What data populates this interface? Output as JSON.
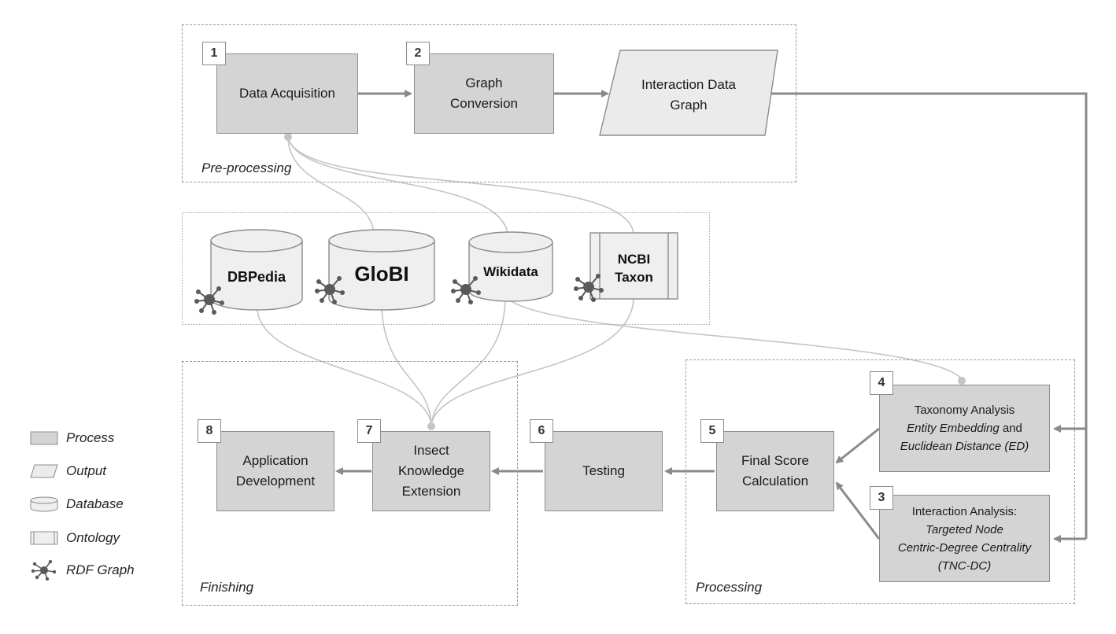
{
  "groups": {
    "preprocessing": "Pre-processing",
    "finishing": "Finishing",
    "processing": "Processing"
  },
  "steps": {
    "s1": {
      "num": "1",
      "label": "Data Acquisition"
    },
    "s2": {
      "num": "2",
      "label": "Graph\nConversion"
    },
    "output": {
      "label": "Interaction Data\nGraph"
    },
    "s4": {
      "num": "4",
      "line1": "Taxonomy Analysis",
      "line2a": "Entity Embedding",
      "line2b": " and",
      "line3": "Euclidean Distance (ED)"
    },
    "s3": {
      "num": "3",
      "line1": "Interaction Analysis:",
      "line2": "Targeted Node",
      "line3": "Centric-Degree Centrality",
      "line4": "(TNC-DC)"
    },
    "s5": {
      "num": "5",
      "label": "Final Score\nCalculation"
    },
    "s6": {
      "num": "6",
      "label": "Testing"
    },
    "s7": {
      "num": "7",
      "label": "Insect\nKnowledge\nExtension"
    },
    "s8": {
      "num": "8",
      "label": "Application\nDevelopment"
    }
  },
  "sources": {
    "dbpedia": "DBPedia",
    "globi": "GloBI",
    "wikidata": "Wikidata",
    "ncbi": "NCBI\nTaxon"
  },
  "legend": {
    "process": "Process",
    "output": "Output",
    "database": "Database",
    "ontology": "Ontology",
    "rdf": "RDF Graph"
  },
  "colors": {
    "process_fill": "#d4d4d4",
    "output_fill": "#ebebeb",
    "database_fill": "#efefef",
    "connector": "#c4c4c4",
    "arrow": "#8a8a8a"
  }
}
